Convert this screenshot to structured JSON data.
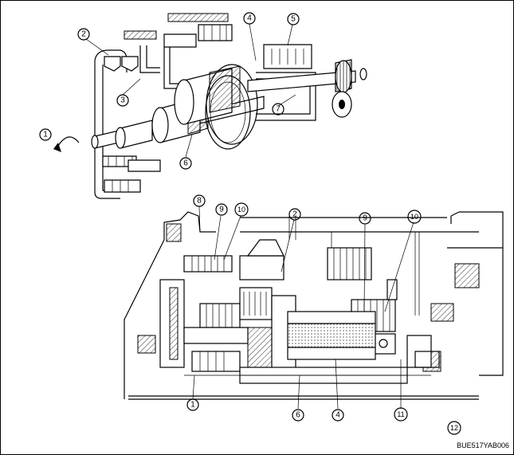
{
  "top_callouts": [
    {
      "id": "c1",
      "text": "1"
    },
    {
      "id": "c2",
      "text": "2"
    },
    {
      "id": "c3",
      "text": "3"
    },
    {
      "id": "c4",
      "text": "4"
    },
    {
      "id": "c5",
      "text": "5"
    },
    {
      "id": "c6",
      "text": "6"
    },
    {
      "id": "c7",
      "text": "7"
    }
  ],
  "section_callouts": [
    {
      "id": "s8",
      "text": "8"
    },
    {
      "id": "s9a",
      "text": "9"
    },
    {
      "id": "s10a",
      "text": "10"
    },
    {
      "id": "s2",
      "text": "2"
    },
    {
      "id": "s9b",
      "text": "9"
    },
    {
      "id": "s10b",
      "text": "10"
    },
    {
      "id": "s1",
      "text": "1"
    },
    {
      "id": "s6",
      "text": "6"
    },
    {
      "id": "s4",
      "text": "4"
    },
    {
      "id": "s11",
      "text": "11"
    },
    {
      "id": "s12",
      "text": "12"
    }
  ],
  "figure_code": "BUE517YAB006"
}
